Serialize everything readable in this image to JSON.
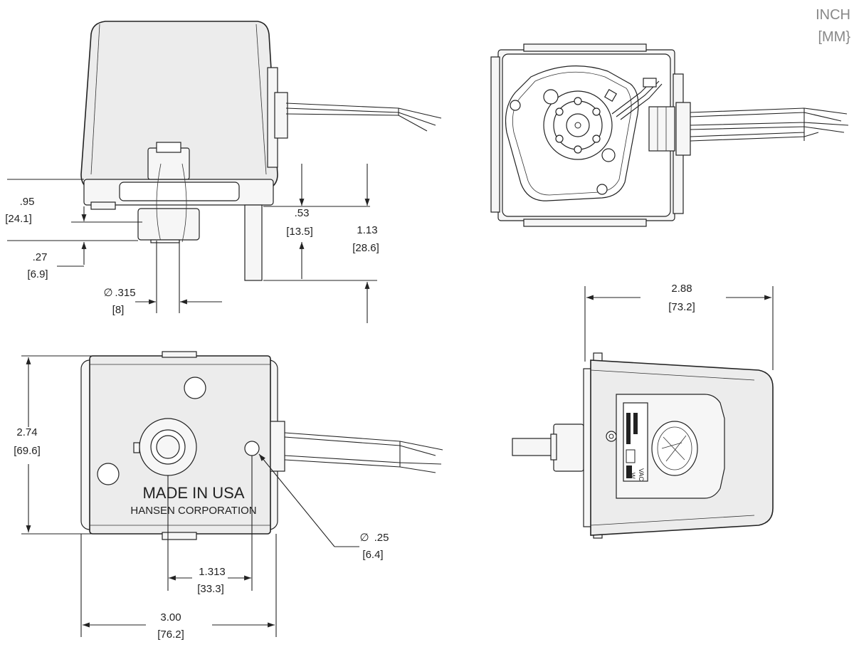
{
  "units": {
    "primary": "INCH",
    "secondary": "[MM}"
  },
  "side_view": {
    "dim_095": {
      "in": ".95",
      "mm": "[24.1]"
    },
    "dim_027": {
      "in": ".27",
      "mm": "[6.9]"
    },
    "dim_053": {
      "in": ".53",
      "mm": "[13.5]"
    },
    "dim_113": {
      "in": "1.13",
      "mm": "[28.6]"
    },
    "dim_shaft": {
      "in": ".315",
      "mm": "[8]",
      "symbol": "∅"
    }
  },
  "bottom_view": {
    "label_line1": "MADE IN USA",
    "label_line2": "HANSEN CORPORATION",
    "dim_274": {
      "in": "2.74",
      "mm": "[69.6]"
    },
    "dim_1313": {
      "in": "1.313",
      "mm": "[33.3]"
    },
    "dim_300": {
      "in": "3.00",
      "mm": "[76.2]"
    },
    "dim_hole": {
      "in": ".25",
      "mm": "[6.4]",
      "symbol": "∅"
    }
  },
  "end_view": {
    "dim_288": {
      "in": "2.88",
      "mm": "[73.2]"
    },
    "label_vac": "VAC",
    "label_w": "W"
  }
}
